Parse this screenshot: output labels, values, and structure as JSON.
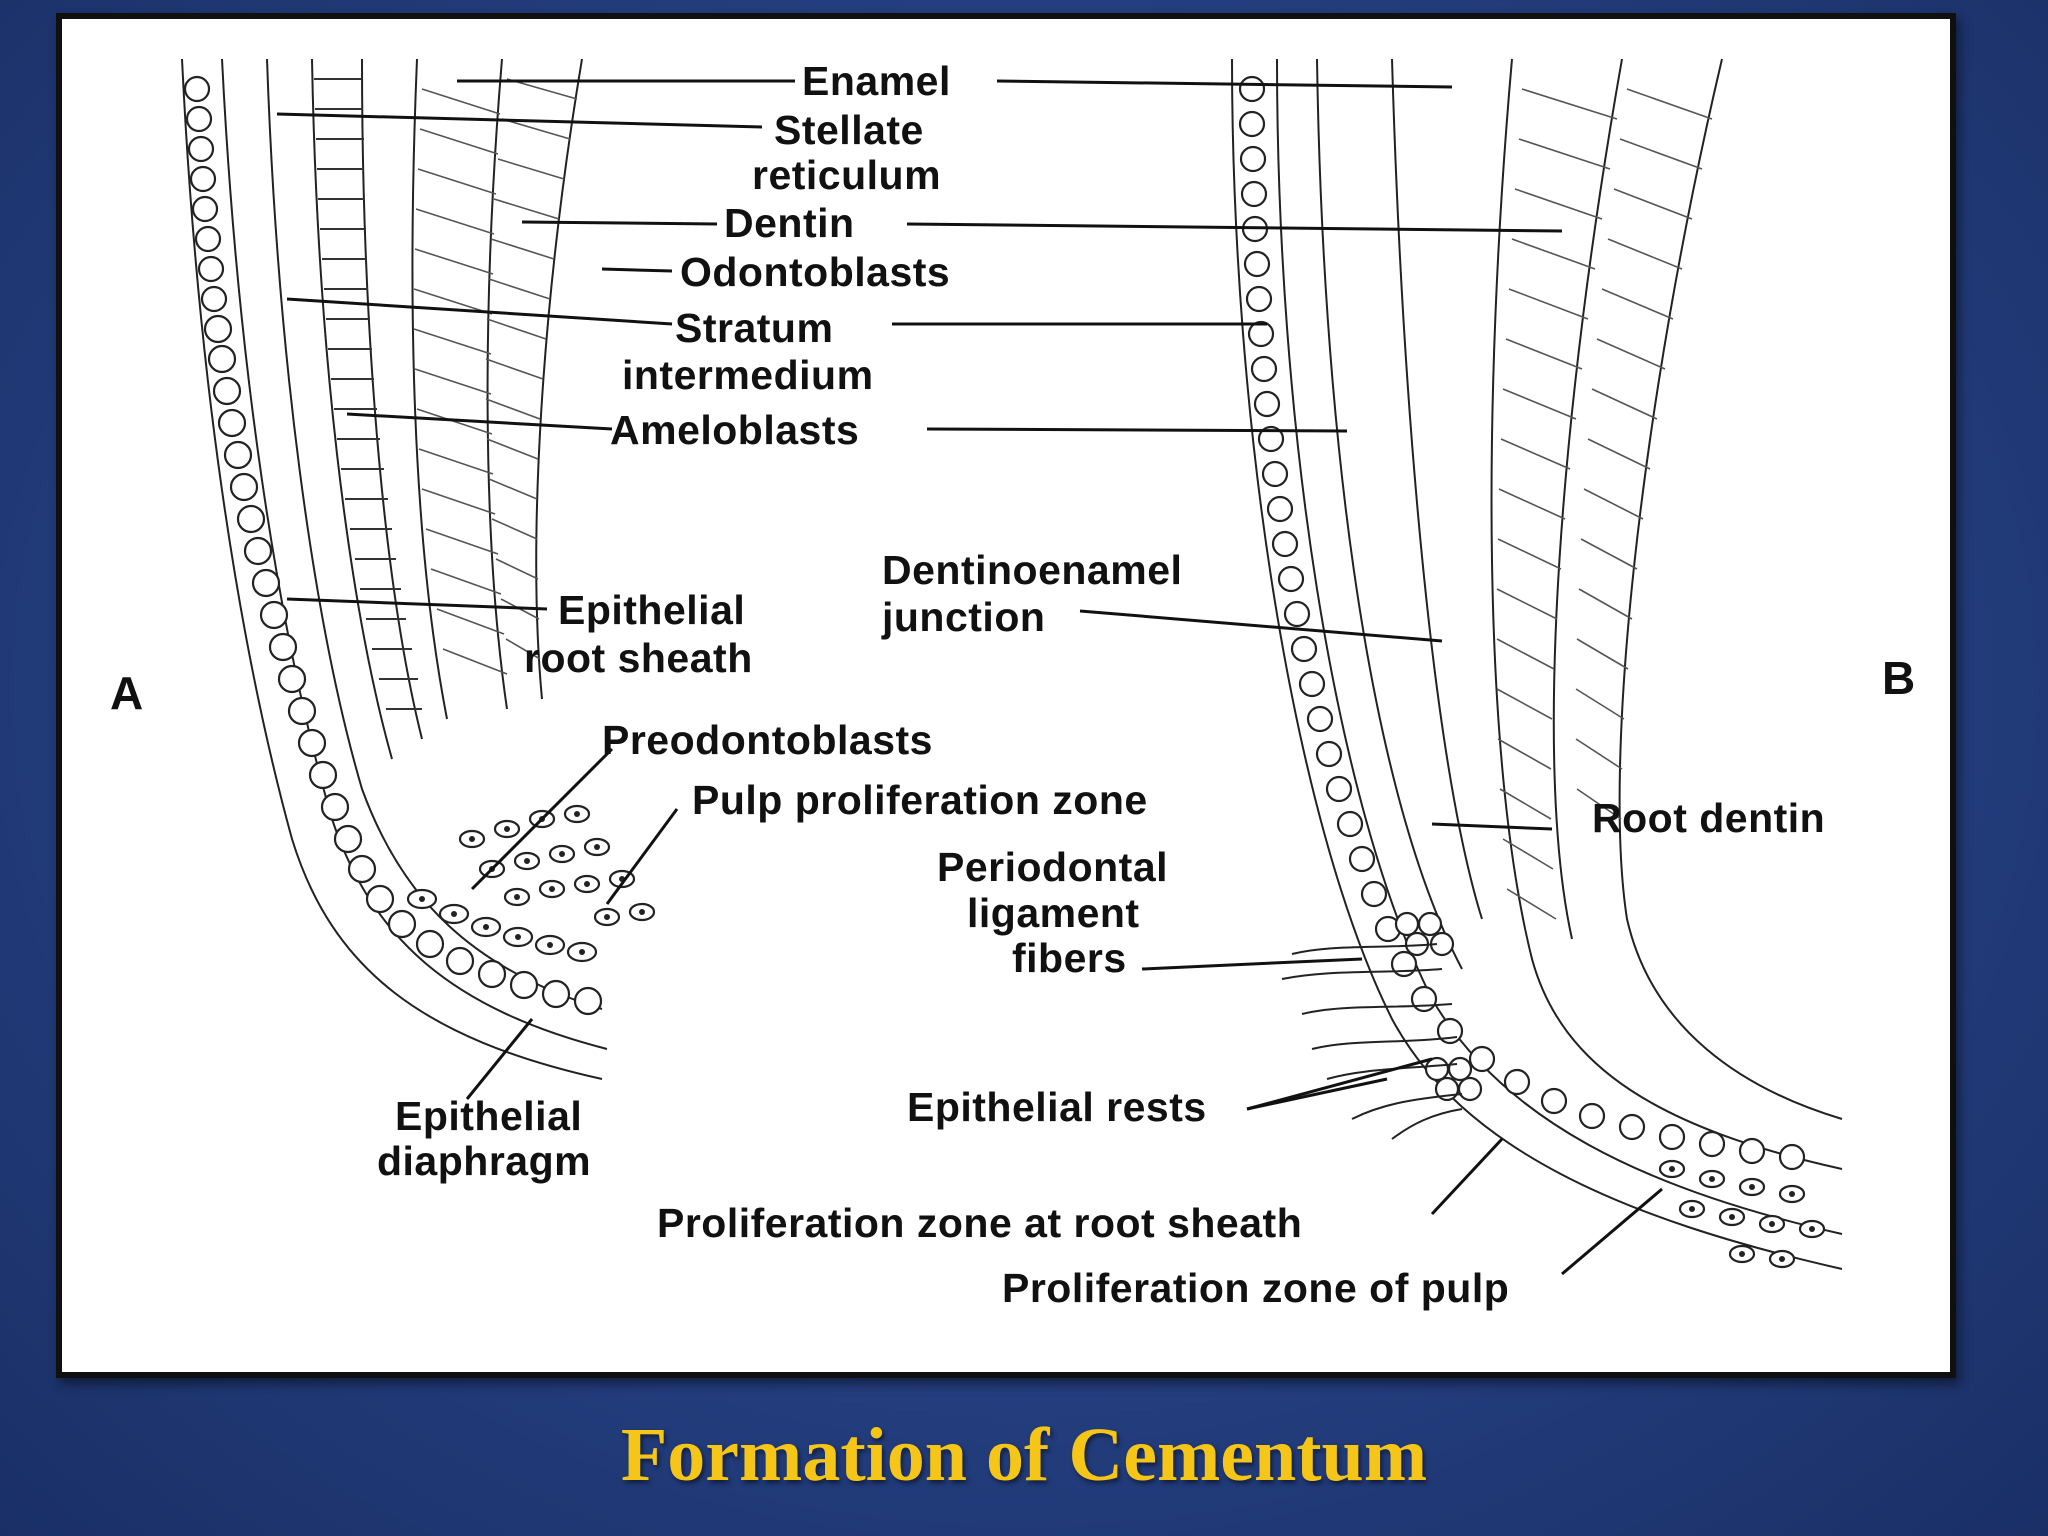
{
  "title": "Formation of Cementum",
  "panels": {
    "a": "A",
    "b": "B"
  },
  "labels": {
    "enamel": "Enamel",
    "stellate_1": "Stellate",
    "stellate_2": "reticulum",
    "dentin": "Dentin",
    "odontoblasts": "Odontoblasts",
    "stratum_1": "Stratum",
    "stratum_2": "intermedium",
    "ameloblasts": "Ameloblasts",
    "ers_1": "Epithelial",
    "ers_2": "root sheath",
    "dej_1": "Dentinoenamel",
    "dej_2": "junction",
    "preodontoblasts": "Preodontoblasts",
    "pulp_zone": "Pulp proliferation zone",
    "root_dentin": "Root dentin",
    "pdl_1": "Periodontal",
    "pdl_2": "ligament",
    "pdl_3": "fibers",
    "diaphragm_1": "Epithelial",
    "diaphragm_2": "diaphragm",
    "rests": "Epithelial rests",
    "prolif_root": "Proliferation zone at root sheath",
    "prolif_pulp": "Proliferation zone of pulp"
  }
}
